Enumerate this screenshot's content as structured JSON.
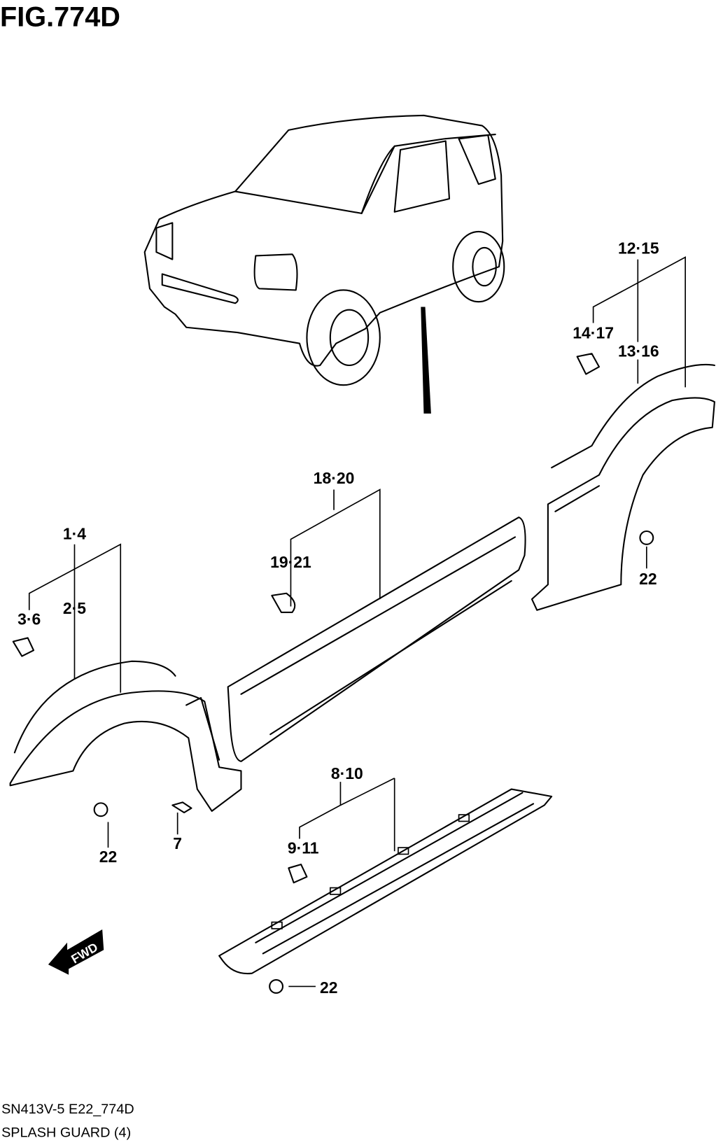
{
  "figure_title": "FIG.774D",
  "footer": {
    "code": "SN413V-5 E22_774D",
    "name": "SPLASH GUARD (4)"
  },
  "fwd_label": "FWD",
  "callouts": {
    "c1_4": "1·4",
    "c2_5": "2·5",
    "c3_6": "3·6",
    "c7": "7",
    "c8_10": "8·10",
    "c9_11": "9·11",
    "c12_15": "12·15",
    "c13_16": "13·16",
    "c14_17": "14·17",
    "c18_20": "18·20",
    "c19_21": "19·21",
    "c22_front": "22",
    "c22_sill": "22",
    "c22_rear": "22"
  }
}
